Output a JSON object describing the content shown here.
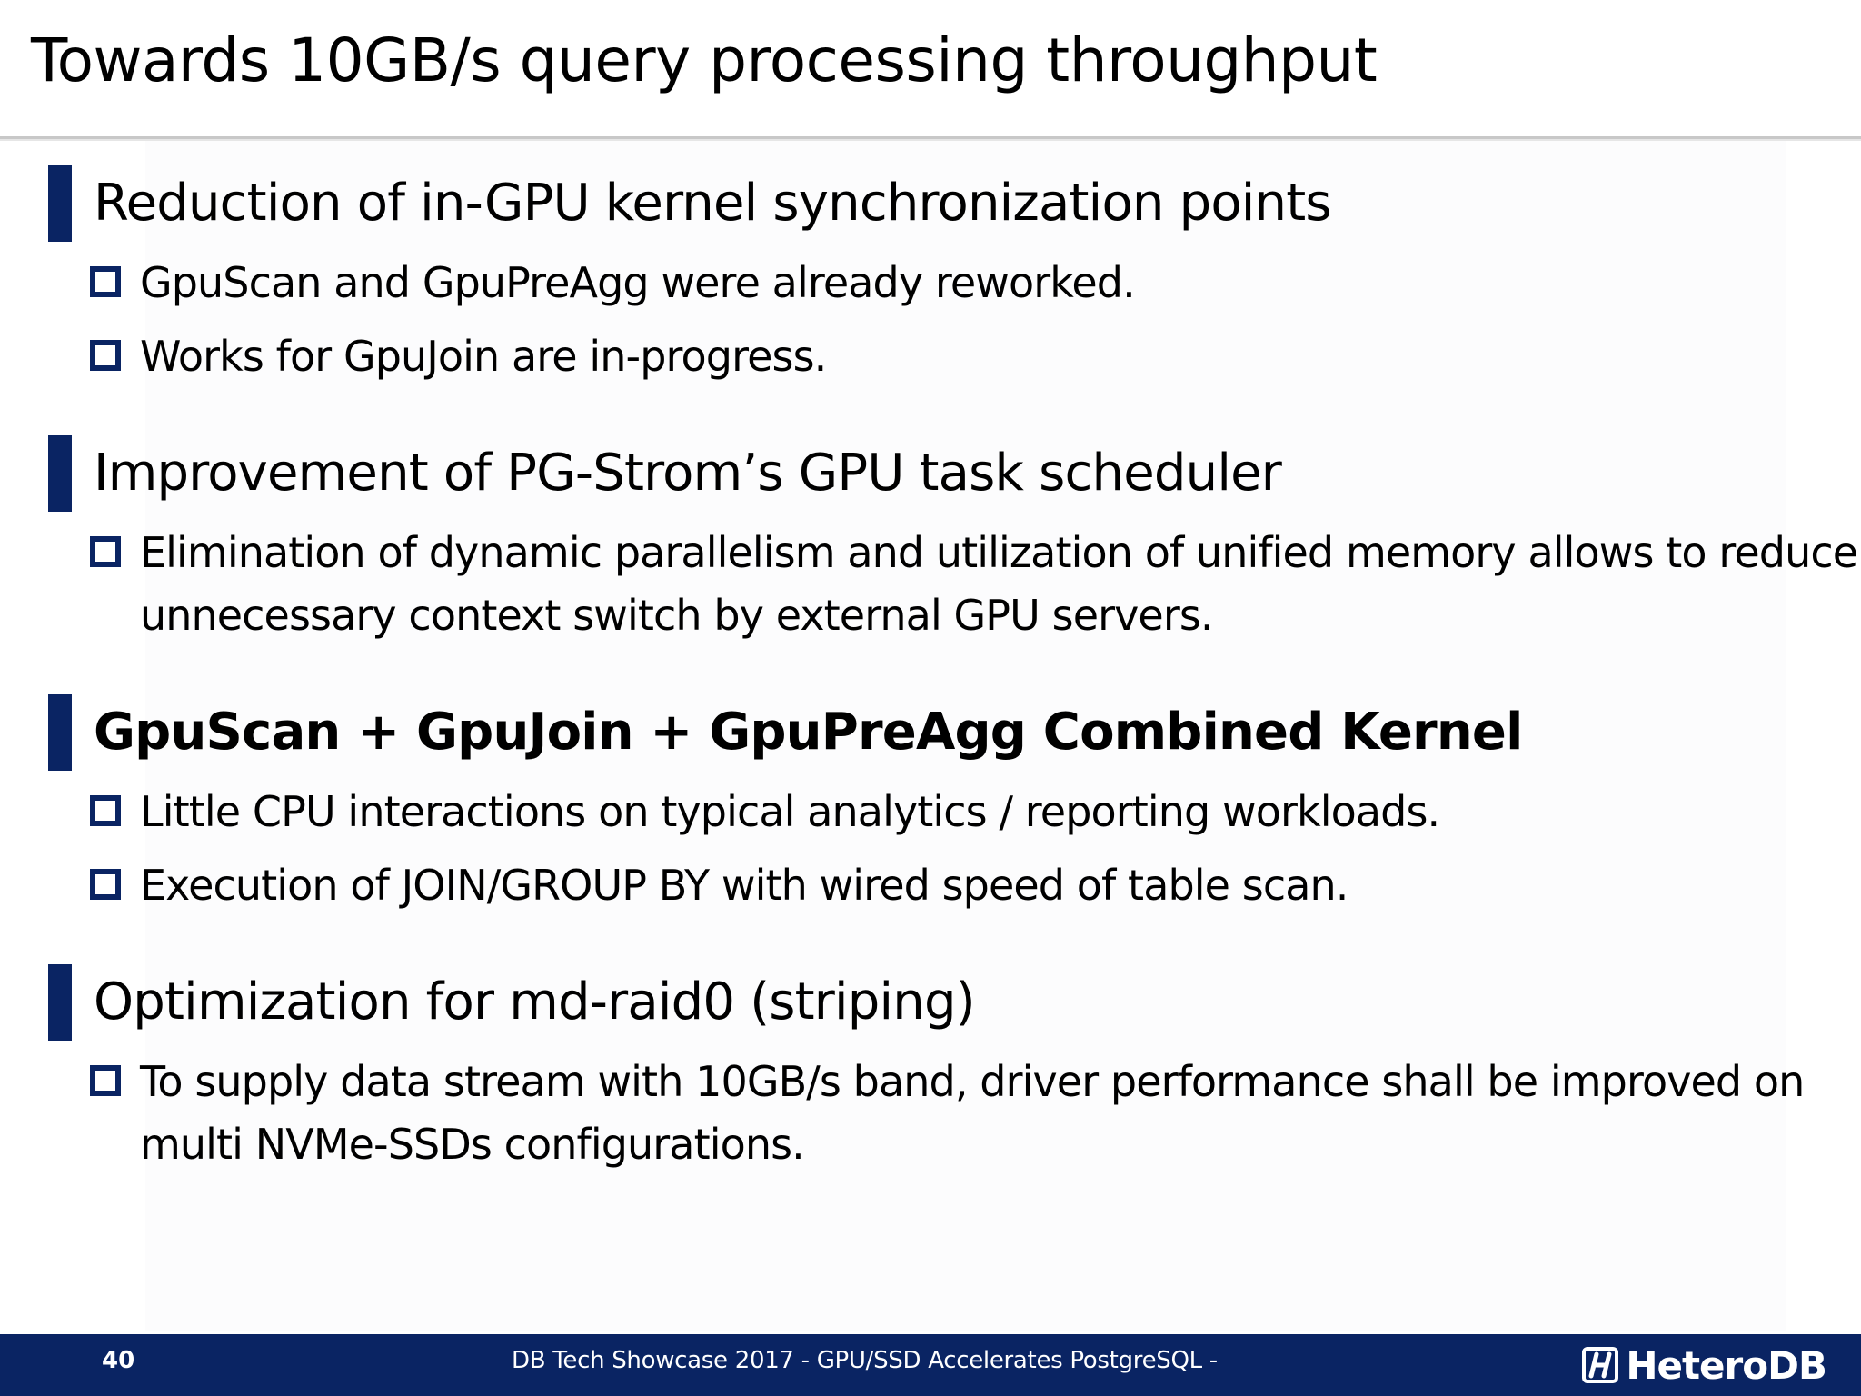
{
  "slide": {
    "title": "Towards 10GB/s query processing throughput",
    "sections": [
      {
        "heading": "Reduction of in-GPU kernel synchronization points",
        "bullets": [
          "GpuScan and GpuPreAgg were already reworked.",
          "Works for GpuJoin are in-progress."
        ]
      },
      {
        "heading": "Improvement of PG-Strom’s GPU task scheduler",
        "bullets": [
          "Elimination of dynamic parallelism and utilization of unified memory allows to reduce unnecessary context switch by external GPU servers."
        ]
      },
      {
        "heading": "GpuScan + GpuJoin + GpuPreAgg Combined Kernel",
        "bullets": [
          "Little CPU interactions on typical analytics / reporting workloads.",
          "Execution of JOIN/GROUP BY with wired speed of table scan."
        ]
      },
      {
        "heading": "Optimization for md-raid0 (striping)",
        "bullets": [
          "To supply data stream with 10GB/s band, driver performance shall be improved on multi NVMe-SSDs configurations."
        ]
      }
    ]
  },
  "footer": {
    "page_number": "40",
    "caption": "DB Tech Showcase 2017 - GPU/SSD Accelerates PostgreSQL -",
    "logo_text": "HeteroDB",
    "logo_icon": "heterodb-logo-icon"
  },
  "colors": {
    "accent": "#0a2463",
    "text": "#000000",
    "background": "#ffffff"
  }
}
